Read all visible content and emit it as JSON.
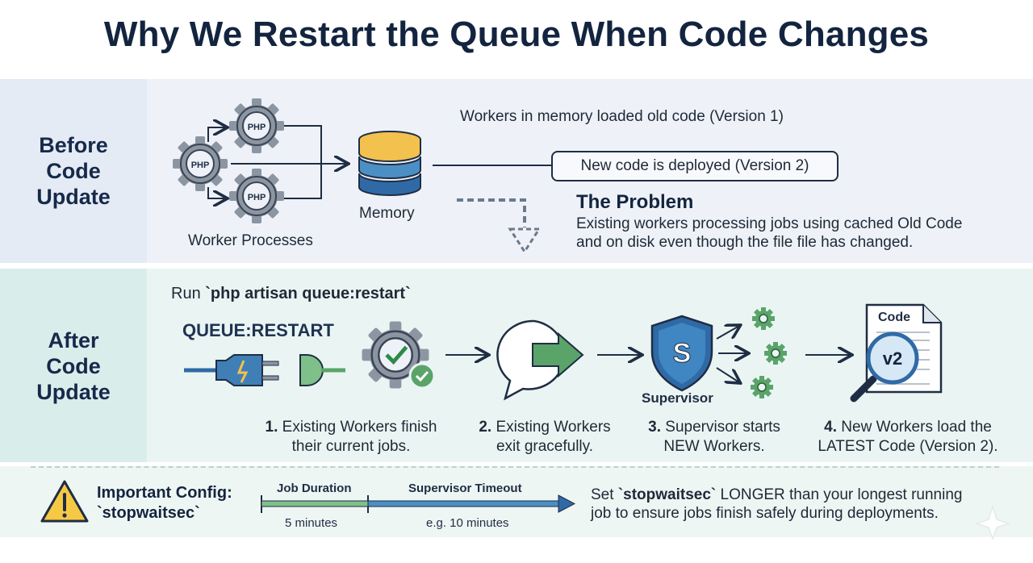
{
  "title": "Why We Restart the Queue When Code Changes",
  "before": {
    "side_label": [
      "Before",
      "Code",
      "Update"
    ],
    "workers_label": "Worker Processes",
    "gear_text": "PHP",
    "memory_label": "Memory",
    "old_code_note": "Workers in memory loaded old code (Version 1)",
    "new_code_box": "New code is deployed (Version 2)",
    "problem_title": "The Problem",
    "problem_lines": [
      "Existing workers processing jobs using cached Old Code",
      "and on disk even though the file file has changed."
    ]
  },
  "after": {
    "side_label": [
      "After",
      "Code",
      "Update"
    ],
    "command_prefix": "Run ",
    "command": "`php artisan queue:restart`",
    "queue_label": "QUEUE:RESTART",
    "supervisor_label": "Supervisor",
    "shield_letter": "S",
    "doc_label": "Code",
    "doc_version": "v2",
    "steps": [
      {
        "num": "1.",
        "line1": "Existing Workers finish",
        "line2": "their current jobs."
      },
      {
        "num": "2.",
        "line1": "Existing Workers",
        "line2": "exit gracefully."
      },
      {
        "num": "3.",
        "line1": "Supervisor starts",
        "line2": "NEW Workers."
      },
      {
        "num": "4.",
        "line1": "New Workers load the",
        "line2": "LATEST Code (Version 2)."
      }
    ]
  },
  "config": {
    "title_line1": "Important Config:",
    "title_line2": "`stopwaitsec`",
    "job_duration_label": "Job Duration",
    "job_duration_value": "5 minutes",
    "supervisor_timeout_label": "Supervisor Timeout",
    "supervisor_timeout_value": "e.g. 10 minutes",
    "advice_line1_prefix": "Set ",
    "advice_line1_code": "`stopwaitsec`",
    "advice_line1_suffix": " LONGER than your longest running",
    "advice_line2": "job to ensure jobs finish safely during deployments."
  },
  "colors": {
    "navy": "#13243f",
    "memory_gold": "#f2c14e",
    "memory_blue": "#3f7fb5",
    "green": "#5aa46a",
    "supervisor_blue": "#2f6aa6",
    "warning_yellow": "#f6c945"
  },
  "icons": [
    "gear-icon",
    "database-icon",
    "plug-icon",
    "check-gear-icon",
    "speech-arrow-icon",
    "shield-icon",
    "document-magnifier-icon",
    "warning-icon"
  ]
}
